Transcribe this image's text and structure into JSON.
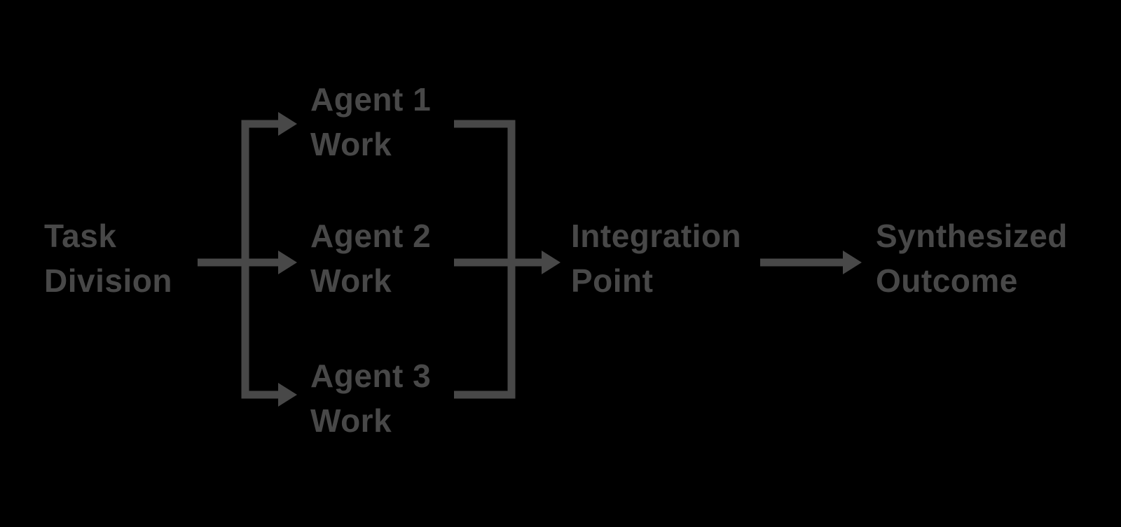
{
  "diagram_title": "parallel-agents-flow",
  "colors": {
    "background": "#000000",
    "foreground": "#484848"
  },
  "nodes": {
    "task_division": {
      "line1": "Task",
      "line2": "Division"
    },
    "agents": [
      {
        "line1": "Agent 1",
        "line2": "Work"
      },
      {
        "line1": "Agent 2",
        "line2": "Work"
      },
      {
        "line1": "Agent 3",
        "line2": "Work"
      }
    ],
    "integration_point": {
      "line1": "Integration",
      "line2": "Point"
    },
    "synthesized_outcome": {
      "line1": "Synthesized",
      "line2": "Outcome"
    }
  }
}
